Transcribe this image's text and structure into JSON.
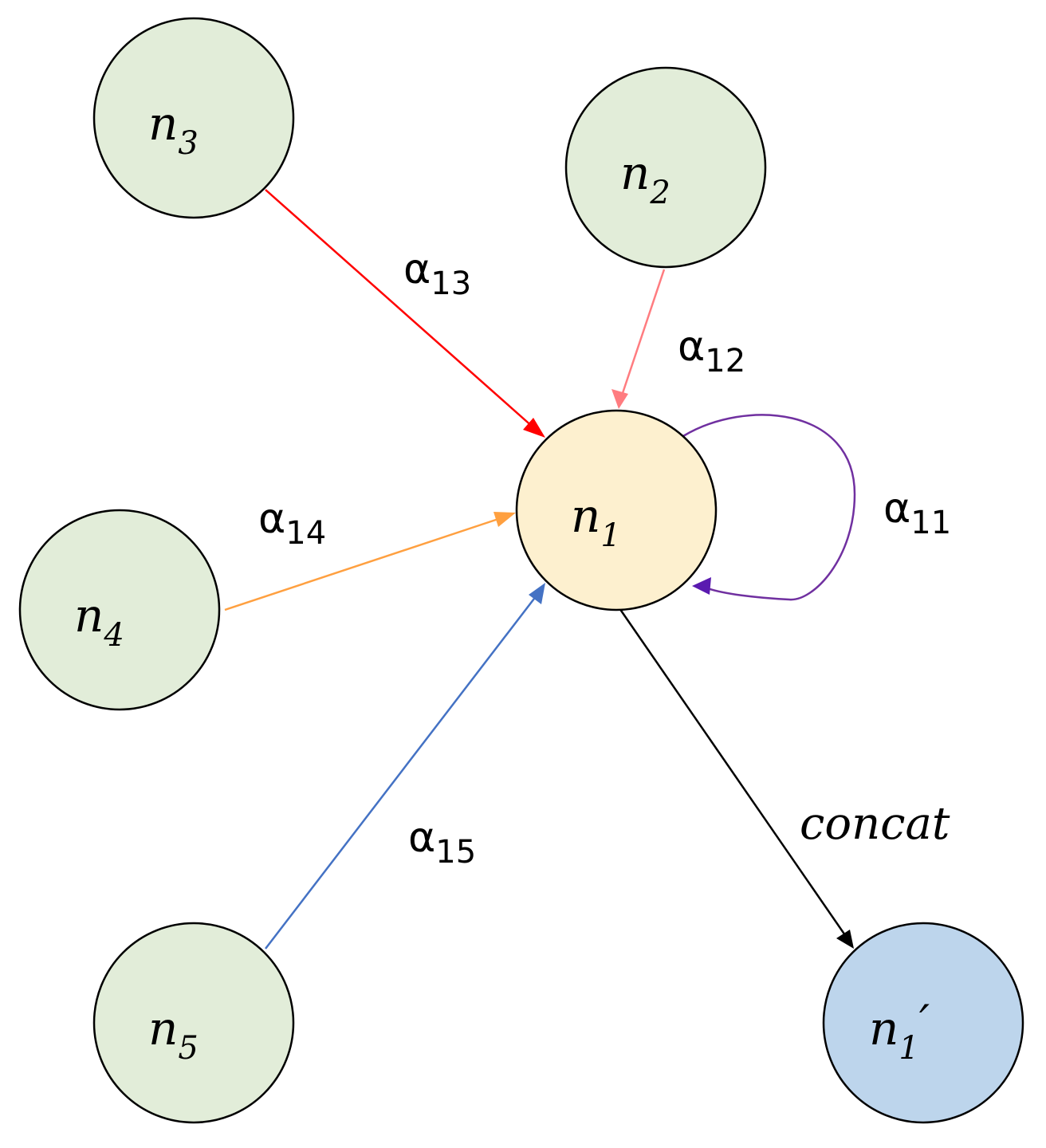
{
  "nodes": {
    "n1": {
      "name": "n",
      "sub": "1",
      "prime": "",
      "fill": "#fdf0cf"
    },
    "n2": {
      "name": "n",
      "sub": "2",
      "prime": "",
      "fill": "#e2edd9"
    },
    "n3": {
      "name": "n",
      "sub": "3",
      "prime": "",
      "fill": "#e2edd9"
    },
    "n4": {
      "name": "n",
      "sub": "4",
      "prime": "",
      "fill": "#e2edd9"
    },
    "n5": {
      "name": "n",
      "sub": "5",
      "prime": "",
      "fill": "#e2edd9"
    },
    "n1p": {
      "name": "n",
      "sub": "1",
      "prime": "′",
      "fill": "#bdd5ec"
    }
  },
  "edges": {
    "a13": {
      "base": "α",
      "sub": "13",
      "color": "#ff0000"
    },
    "a12": {
      "base": "α",
      "sub": "12",
      "color": "#ff7c80"
    },
    "a11": {
      "base": "α",
      "sub": "11",
      "color": "#7030a0"
    },
    "a14": {
      "base": "α",
      "sub": "14",
      "color": "#ffa040"
    },
    "a15": {
      "base": "α",
      "sub": "15",
      "color": "#4472c4"
    },
    "concat": {
      "label": "concat",
      "color": "#000000"
    }
  }
}
